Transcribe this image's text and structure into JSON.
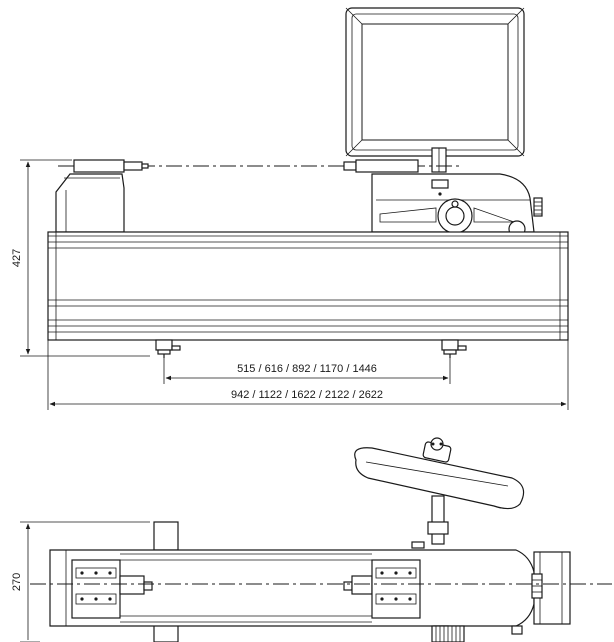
{
  "dimensions": {
    "height_label": "427",
    "foot_spacing_label": "515 / 616 / 892 / 1170 / 1446",
    "overall_length_label": "942 / 1122 / 1622 / 2122 / 2622",
    "depth_label": "270"
  }
}
